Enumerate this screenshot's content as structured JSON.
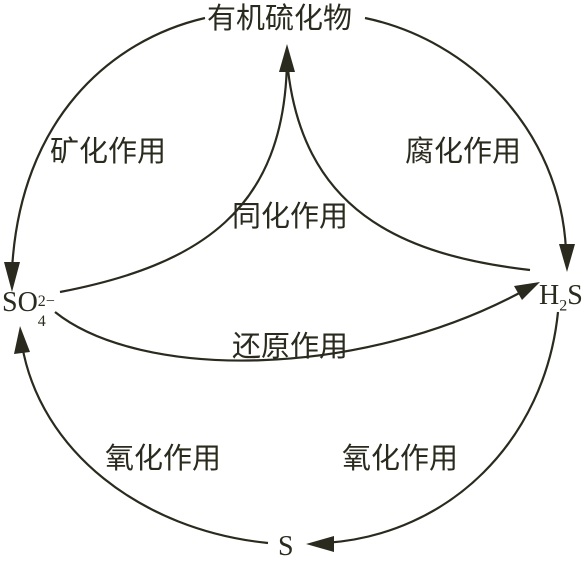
{
  "nodes": {
    "organic": "有机硫化物",
    "sulfate_base": "SO",
    "sulfate_sub": "4",
    "sulfate_sup": "2−",
    "h2s_h": "H",
    "h2s_sub": "2",
    "h2s_s": "S",
    "sulfur": "S"
  },
  "processes": {
    "mineralization": "矿化作用",
    "putrefaction": "腐化作用",
    "assimilation": "同化作用",
    "reduction": "还原作用",
    "oxidation_left": "氧化作用",
    "oxidation_right": "氧化作用"
  },
  "colors": {
    "ink": "#2a2a1e",
    "background": "#ffffff"
  }
}
